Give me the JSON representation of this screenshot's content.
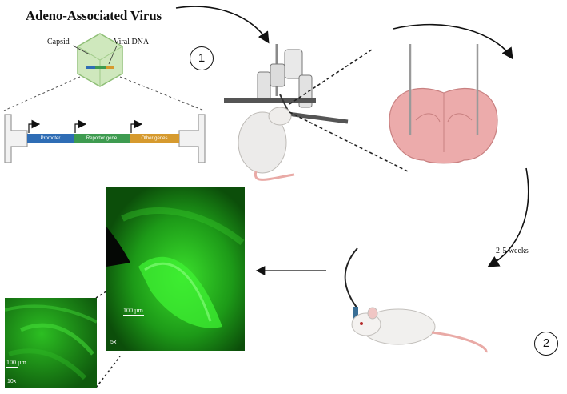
{
  "title": "Adeno-Associated Virus",
  "capsid_label": "Capsid",
  "viral_dna_label": "Viral DNA",
  "genes": {
    "promoter": "Promoter",
    "reporter": "Reporter gene",
    "other": "Other genes"
  },
  "steps": {
    "step1": "1",
    "step2": "2"
  },
  "duration_label": "2-5 weeks",
  "micrograph_5x": {
    "scale_bar": "100 µm",
    "magnification": "5x"
  },
  "micrograph_10x": {
    "scale_bar": "100 µm",
    "magnification": "10x"
  },
  "colors": {
    "promoter": "#2f6db5",
    "reporter": "#3e9b50",
    "other": "#d69a2e",
    "fluorescence": "#22c41e",
    "brain": "#e8a3a3",
    "capsid": "#b9dba3"
  }
}
